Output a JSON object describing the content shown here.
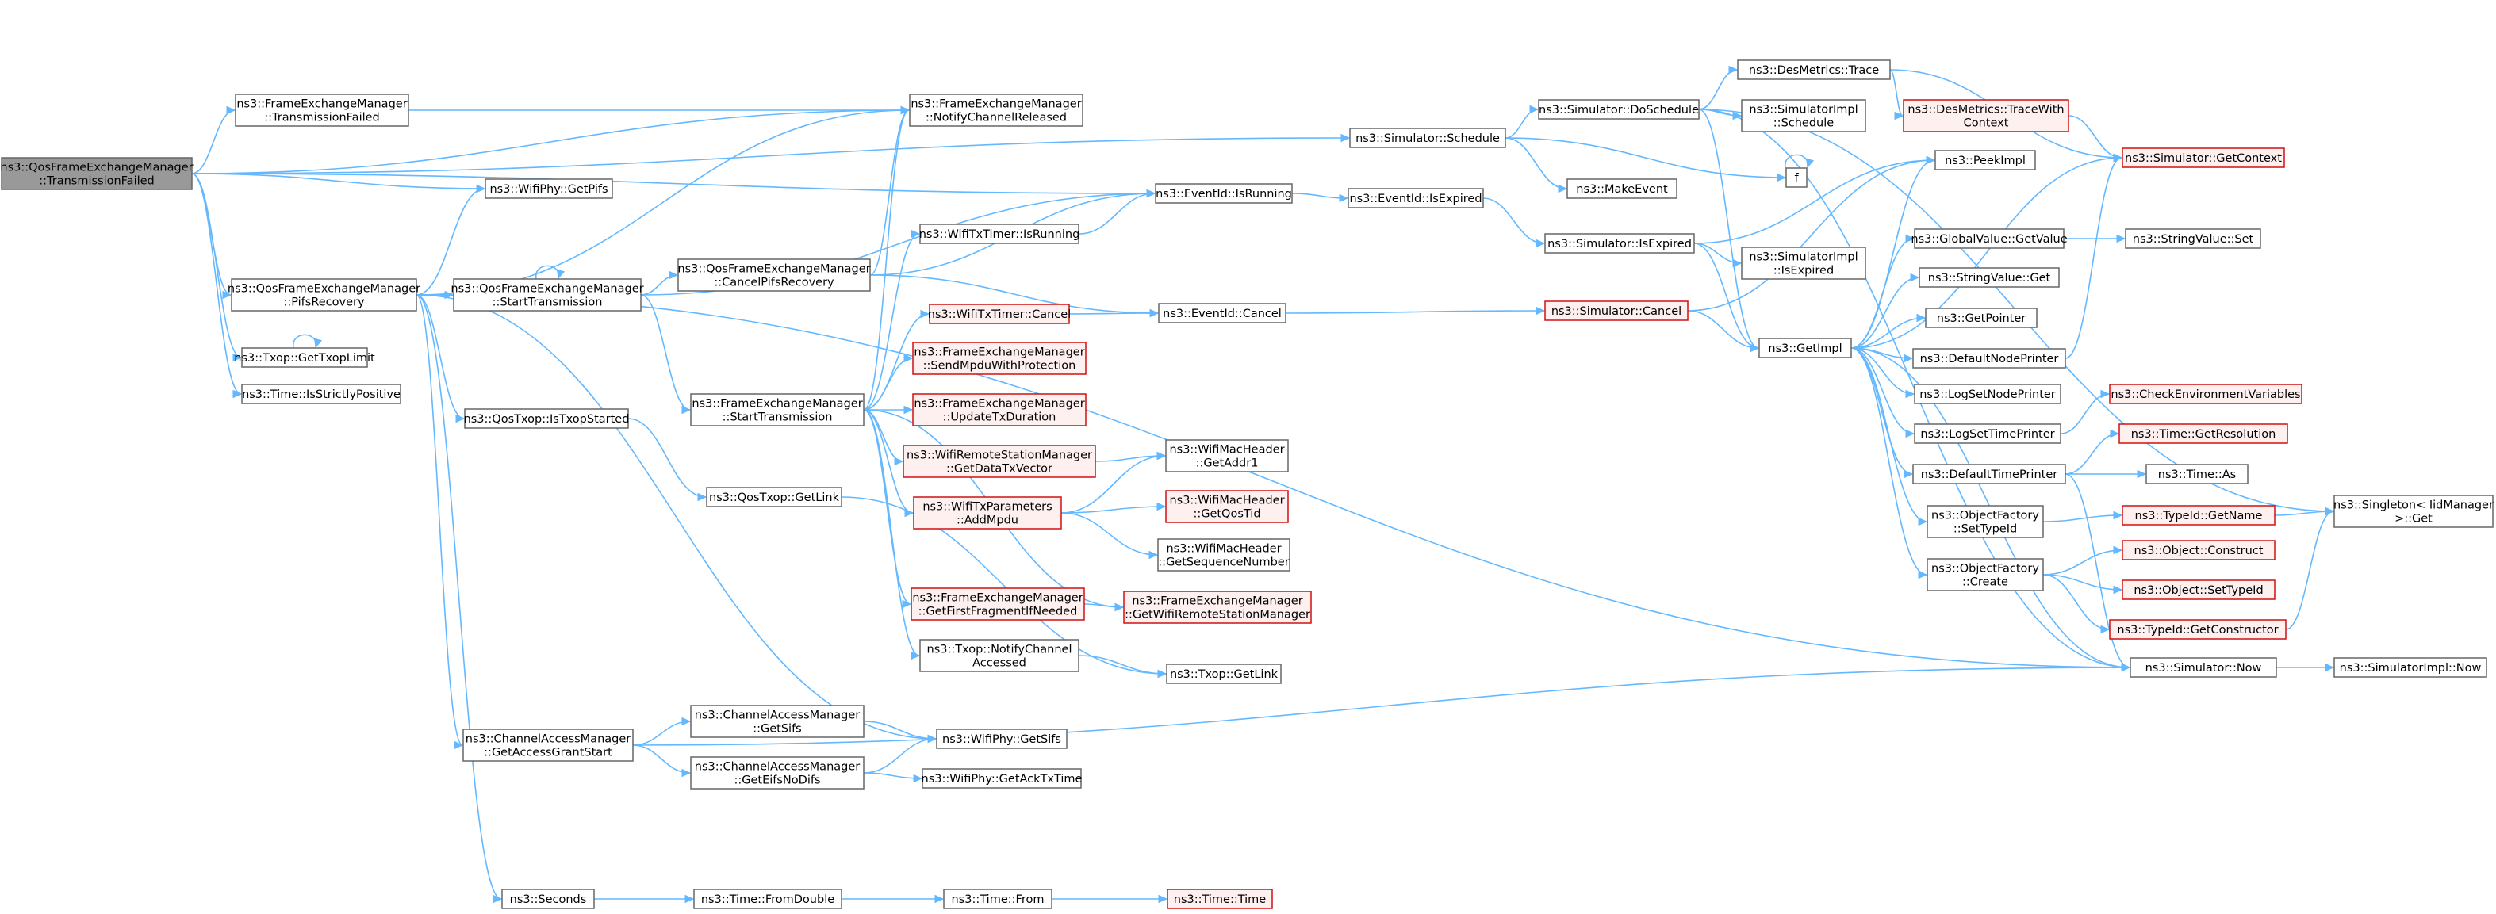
{
  "diagram": {
    "nodes": [
      {
        "id": "root",
        "lines": [
          "ns3::QosFrameExchangeManager",
          "::TransmissionFailed"
        ],
        "style": "root"
      },
      {
        "id": "fem_txfailed",
        "lines": [
          "ns3::FrameExchangeManager",
          "::TransmissionFailed"
        ]
      },
      {
        "id": "wifiphy_getpifs",
        "lines": [
          "ns3::WifiPhy::GetPifs"
        ]
      },
      {
        "id": "qfem_pifsrecovery",
        "lines": [
          "ns3::QosFrameExchangeManager",
          "::PifsRecovery"
        ]
      },
      {
        "id": "txop_gettxoplimit",
        "lines": [
          "ns3::Txop::GetTxopLimit"
        ]
      },
      {
        "id": "time_isstrictlypositive",
        "lines": [
          "ns3::Time::IsStrictlyPositive"
        ]
      },
      {
        "id": "qfem_starttx",
        "lines": [
          "ns3::QosFrameExchangeManager",
          "::StartTransmission"
        ]
      },
      {
        "id": "qostxop_istxopstarted",
        "lines": [
          "ns3::QosTxop::IsTxopStarted"
        ]
      },
      {
        "id": "qostxop_getlink",
        "lines": [
          "ns3::QosTxop::GetLink"
        ]
      },
      {
        "id": "cam_getaccessgrantstart",
        "lines": [
          "ns3::ChannelAccessManager",
          "::GetAccessGrantStart"
        ]
      },
      {
        "id": "seconds",
        "lines": [
          "ns3::Seconds"
        ]
      },
      {
        "id": "fem_notifychannelreleased",
        "lines": [
          "ns3::FrameExchangeManager",
          "::NotifyChannelReleased"
        ]
      },
      {
        "id": "qfem_cancelpifsrecovery",
        "lines": [
          "ns3::QosFrameExchangeManager",
          "::CancelPifsRecovery"
        ]
      },
      {
        "id": "fem_starttx",
        "lines": [
          "ns3::FrameExchangeManager",
          "::StartTransmission"
        ]
      },
      {
        "id": "wifitxtimer_isrunning",
        "lines": [
          "ns3::WifiTxTimer::IsRunning"
        ]
      },
      {
        "id": "wifitxtimer_cancel",
        "lines": [
          "ns3::WifiTxTimer::Cancel"
        ],
        "style": "red"
      },
      {
        "id": "fem_sendmpdu",
        "lines": [
          "ns3::FrameExchangeManager",
          "::SendMpduWithProtection"
        ],
        "style": "red"
      },
      {
        "id": "fem_updatetxduration",
        "lines": [
          "ns3::FrameExchangeManager",
          "::UpdateTxDuration"
        ],
        "style": "red"
      },
      {
        "id": "wrsm_getdatatxvector",
        "lines": [
          "ns3::WifiRemoteStationManager",
          "::GetDataTxVector"
        ],
        "style": "red"
      },
      {
        "id": "wifitxparams_addmpdu",
        "lines": [
          "ns3::WifiTxParameters",
          "::AddMpdu"
        ],
        "style": "red"
      },
      {
        "id": "fem_getfirstfragment",
        "lines": [
          "ns3::FrameExchangeManager",
          "::GetFirstFragmentIfNeeded"
        ],
        "style": "red"
      },
      {
        "id": "txop_notifychannelaccessed",
        "lines": [
          "ns3::Txop::NotifyChannel",
          "Accessed"
        ]
      },
      {
        "id": "cam_getsifs",
        "lines": [
          "ns3::ChannelAccessManager",
          "::GetSifs"
        ]
      },
      {
        "id": "cam_geteifsnodifs",
        "lines": [
          "ns3::ChannelAccessManager",
          "::GetEifsNoDifs"
        ]
      },
      {
        "id": "wifiphy_getsifs",
        "lines": [
          "ns3::WifiPhy::GetSifs"
        ]
      },
      {
        "id": "wifiphy_getacktxtime",
        "lines": [
          "ns3::WifiPhy::GetAckTxTime"
        ]
      },
      {
        "id": "time_fromdouble",
        "lines": [
          "ns3::Time::FromDouble"
        ]
      },
      {
        "id": "time_from",
        "lines": [
          "ns3::Time::From"
        ]
      },
      {
        "id": "time_time",
        "lines": [
          "ns3::Time::Time"
        ],
        "style": "red"
      },
      {
        "id": "eventid_isrunning",
        "lines": [
          "ns3::EventId::IsRunning"
        ]
      },
      {
        "id": "eventid_cancel",
        "lines": [
          "ns3::EventId::Cancel"
        ]
      },
      {
        "id": "wmh_getaddr1",
        "lines": [
          "ns3::WifiMacHeader",
          "::GetAddr1"
        ]
      },
      {
        "id": "wmh_getqostid",
        "lines": [
          "ns3::WifiMacHeader",
          "::GetQosTid"
        ],
        "style": "red"
      },
      {
        "id": "wmh_getseqnum",
        "lines": [
          "ns3::WifiMacHeader",
          "::GetSequenceNumber"
        ]
      },
      {
        "id": "fem_getwrsm",
        "lines": [
          "ns3::FrameExchangeManager",
          "::GetWifiRemoteStationManager"
        ],
        "style": "red"
      },
      {
        "id": "txop_getlink",
        "lines": [
          "ns3::Txop::GetLink"
        ]
      },
      {
        "id": "sim_schedule",
        "lines": [
          "ns3::Simulator::Schedule"
        ]
      },
      {
        "id": "eventid_isexpired",
        "lines": [
          "ns3::EventId::IsExpired"
        ]
      },
      {
        "id": "sim_doschedule",
        "lines": [
          "ns3::Simulator::DoSchedule"
        ]
      },
      {
        "id": "makeevent",
        "lines": [
          "ns3::MakeEvent"
        ]
      },
      {
        "id": "sim_isexpired",
        "lines": [
          "ns3::Simulator::IsExpired"
        ]
      },
      {
        "id": "sim_cancel",
        "lines": [
          "ns3::Simulator::Cancel"
        ],
        "style": "red"
      },
      {
        "id": "desmetrics_trace",
        "lines": [
          "ns3::DesMetrics::Trace"
        ]
      },
      {
        "id": "simimpl_schedule",
        "lines": [
          "ns3::SimulatorImpl",
          "::Schedule"
        ]
      },
      {
        "id": "f",
        "lines": [
          "f"
        ]
      },
      {
        "id": "simimpl_isexpired",
        "lines": [
          "ns3::SimulatorImpl",
          "::IsExpired"
        ]
      },
      {
        "id": "getimpl",
        "lines": [
          "ns3::GetImpl"
        ]
      },
      {
        "id": "desmetrics_tracewithcontext",
        "lines": [
          "ns3::DesMetrics::TraceWith",
          "Context"
        ],
        "style": "red"
      },
      {
        "id": "peekimpl",
        "lines": [
          "ns3::PeekImpl"
        ]
      },
      {
        "id": "globalvalue_getvalue",
        "lines": [
          "ns3::GlobalValue::GetValue"
        ]
      },
      {
        "id": "stringvalue_get",
        "lines": [
          "ns3::StringValue::Get"
        ]
      },
      {
        "id": "getpointer",
        "lines": [
          "ns3::GetPointer"
        ]
      },
      {
        "id": "defaultnodeprinter",
        "lines": [
          "ns3::DefaultNodePrinter"
        ]
      },
      {
        "id": "logsetnodeprinter",
        "lines": [
          "ns3::LogSetNodePrinter"
        ]
      },
      {
        "id": "logsettimeprinter",
        "lines": [
          "ns3::LogSetTimePrinter"
        ]
      },
      {
        "id": "defaulttimeprinter",
        "lines": [
          "ns3::DefaultTimePrinter"
        ]
      },
      {
        "id": "objfactory_settypeid",
        "lines": [
          "ns3::ObjectFactory",
          "::SetTypeId"
        ]
      },
      {
        "id": "objfactory_create",
        "lines": [
          "ns3::ObjectFactory",
          "::Create"
        ]
      },
      {
        "id": "sim_now",
        "lines": [
          "ns3::Simulator::Now"
        ]
      },
      {
        "id": "sim_getcontext",
        "lines": [
          "ns3::Simulator::GetContext"
        ],
        "style": "red"
      },
      {
        "id": "stringvalue_set",
        "lines": [
          "ns3::StringValue::Set"
        ]
      },
      {
        "id": "checkenvvars",
        "lines": [
          "ns3::CheckEnvironmentVariables"
        ],
        "style": "red"
      },
      {
        "id": "time_getresolution",
        "lines": [
          "ns3::Time::GetResolution"
        ],
        "style": "red"
      },
      {
        "id": "time_as",
        "lines": [
          "ns3::Time::As"
        ]
      },
      {
        "id": "typeid_getname",
        "lines": [
          "ns3::TypeId::GetName"
        ],
        "style": "red"
      },
      {
        "id": "object_construct",
        "lines": [
          "ns3::Object::Construct"
        ],
        "style": "red"
      },
      {
        "id": "object_settypeid",
        "lines": [
          "ns3::Object::SetTypeId"
        ],
        "style": "red"
      },
      {
        "id": "typeid_getconstructor",
        "lines": [
          "ns3::TypeId::GetConstructor"
        ],
        "style": "red"
      },
      {
        "id": "singleton_get",
        "lines": [
          "ns3::Singleton< IidManager",
          " >::Get"
        ]
      },
      {
        "id": "simimpl_now",
        "lines": [
          "ns3::SimulatorImpl::Now"
        ]
      }
    ],
    "edges": [
      [
        "root",
        "fem_txfailed"
      ],
      [
        "root",
        "fem_notifychannelreleased"
      ],
      [
        "root",
        "wifiphy_getpifs"
      ],
      [
        "root",
        "qfem_pifsrecovery"
      ],
      [
        "root",
        "txop_gettxoplimit"
      ],
      [
        "root",
        "time_isstrictlypositive"
      ],
      [
        "root",
        "sim_schedule"
      ],
      [
        "root",
        "eventid_isrunning"
      ],
      [
        "fem_txfailed",
        "fem_notifychannelreleased"
      ],
      [
        "qfem_pifsrecovery",
        "wifiphy_getpifs"
      ],
      [
        "qfem_pifsrecovery",
        "fem_notifychannelreleased"
      ],
      [
        "qfem_pifsrecovery",
        "qfem_starttx"
      ],
      [
        "qfem_pifsrecovery",
        "qostxop_istxopstarted"
      ],
      [
        "qfem_pifsrecovery",
        "cam_getaccessgrantstart"
      ],
      [
        "qfem_pifsrecovery",
        "seconds"
      ],
      [
        "qfem_pifsrecovery",
        "sim_now"
      ],
      [
        "qfem_pifsrecovery",
        "wifiphy_getsifs"
      ],
      [
        "txop_gettxoplimit",
        "txop_gettxoplimit"
      ],
      [
        "qfem_starttx",
        "qfem_starttx"
      ],
      [
        "qfem_starttx",
        "qfem_cancelpifsrecovery"
      ],
      [
        "qfem_starttx",
        "fem_starttx"
      ],
      [
        "qfem_starttx",
        "eventid_isrunning"
      ],
      [
        "qfem_cancelpifsrecovery",
        "fem_notifychannelreleased"
      ],
      [
        "qfem_cancelpifsrecovery",
        "eventid_isrunning"
      ],
      [
        "qfem_cancelpifsrecovery",
        "eventid_cancel"
      ],
      [
        "qostxop_istxopstarted",
        "qostxop_getlink"
      ],
      [
        "qostxop_getlink",
        "txop_getlink"
      ],
      [
        "fem_starttx",
        "fem_notifychannelreleased"
      ],
      [
        "fem_starttx",
        "wifitxtimer_isrunning"
      ],
      [
        "fem_starttx",
        "wifitxtimer_cancel"
      ],
      [
        "fem_starttx",
        "fem_sendmpdu"
      ],
      [
        "fem_starttx",
        "fem_updatetxduration"
      ],
      [
        "fem_starttx",
        "wrsm_getdatatxvector"
      ],
      [
        "fem_starttx",
        "wifitxparams_addmpdu"
      ],
      [
        "fem_starttx",
        "fem_getfirstfragment"
      ],
      [
        "fem_starttx",
        "txop_notifychannelaccessed"
      ],
      [
        "fem_starttx",
        "fem_getwrsm"
      ],
      [
        "wifitxtimer_isrunning",
        "eventid_isrunning"
      ],
      [
        "wifitxtimer_cancel",
        "eventid_cancel"
      ],
      [
        "wrsm_getdatatxvector",
        "wmh_getaddr1"
      ],
      [
        "wifitxparams_addmpdu",
        "wmh_getaddr1"
      ],
      [
        "wifitxparams_addmpdu",
        "wmh_getqostid"
      ],
      [
        "wifitxparams_addmpdu",
        "wmh_getseqnum"
      ],
      [
        "fem_getfirstfragment",
        "fem_getwrsm"
      ],
      [
        "txop_notifychannelaccessed",
        "txop_getlink"
      ],
      [
        "cam_getaccessgrantstart",
        "cam_getsifs"
      ],
      [
        "cam_getaccessgrantstart",
        "cam_geteifsnodifs"
      ],
      [
        "cam_getaccessgrantstart",
        "sim_now"
      ],
      [
        "cam_getsifs",
        "wifiphy_getsifs"
      ],
      [
        "cam_geteifsnodifs",
        "wifiphy_getsifs"
      ],
      [
        "cam_geteifsnodifs",
        "wifiphy_getacktxtime"
      ],
      [
        "seconds",
        "time_fromdouble"
      ],
      [
        "time_fromdouble",
        "time_from"
      ],
      [
        "time_from",
        "time_time"
      ],
      [
        "eventid_isrunning",
        "eventid_isexpired"
      ],
      [
        "eventid_isexpired",
        "sim_isexpired"
      ],
      [
        "eventid_cancel",
        "sim_cancel"
      ],
      [
        "sim_schedule",
        "sim_doschedule"
      ],
      [
        "sim_schedule",
        "makeevent"
      ],
      [
        "sim_schedule",
        "f"
      ],
      [
        "sim_doschedule",
        "desmetrics_trace"
      ],
      [
        "sim_doschedule",
        "simimpl_schedule"
      ],
      [
        "sim_doschedule",
        "getimpl"
      ],
      [
        "sim_doschedule",
        "sim_now"
      ],
      [
        "sim_doschedule",
        "singleton_get"
      ],
      [
        "sim_isexpired",
        "peekimpl"
      ],
      [
        "sim_isexpired",
        "simimpl_isexpired"
      ],
      [
        "sim_isexpired",
        "getimpl"
      ],
      [
        "sim_cancel",
        "getimpl"
      ],
      [
        "sim_cancel",
        "peekimpl"
      ],
      [
        "desmetrics_trace",
        "desmetrics_tracewithcontext"
      ],
      [
        "desmetrics_trace",
        "sim_getcontext"
      ],
      [
        "desmetrics_tracewithcontext",
        "sim_getcontext"
      ],
      [
        "f",
        "f"
      ],
      [
        "getimpl",
        "peekimpl"
      ],
      [
        "getimpl",
        "globalvalue_getvalue"
      ],
      [
        "getimpl",
        "stringvalue_get"
      ],
      [
        "getimpl",
        "getpointer"
      ],
      [
        "getimpl",
        "defaultnodeprinter"
      ],
      [
        "getimpl",
        "logsetnodeprinter"
      ],
      [
        "getimpl",
        "logsettimeprinter"
      ],
      [
        "getimpl",
        "defaulttimeprinter"
      ],
      [
        "getimpl",
        "objfactory_settypeid"
      ],
      [
        "getimpl",
        "objfactory_create"
      ],
      [
        "getimpl",
        "sim_now"
      ],
      [
        "getimpl",
        "sim_getcontext"
      ],
      [
        "globalvalue_getvalue",
        "stringvalue_set"
      ],
      [
        "defaultnodeprinter",
        "sim_getcontext"
      ],
      [
        "logsettimeprinter",
        "checkenvvars"
      ],
      [
        "defaulttimeprinter",
        "time_getresolution"
      ],
      [
        "defaulttimeprinter",
        "time_as"
      ],
      [
        "defaulttimeprinter",
        "sim_now"
      ],
      [
        "objfactory_settypeid",
        "typeid_getname"
      ],
      [
        "objfactory_create",
        "object_construct"
      ],
      [
        "objfactory_create",
        "object_settypeid"
      ],
      [
        "objfactory_create",
        "typeid_getconstructor"
      ],
      [
        "typeid_getname",
        "singleton_get"
      ],
      [
        "typeid_getconstructor",
        "singleton_get"
      ],
      [
        "sim_now",
        "simimpl_now"
      ]
    ]
  }
}
